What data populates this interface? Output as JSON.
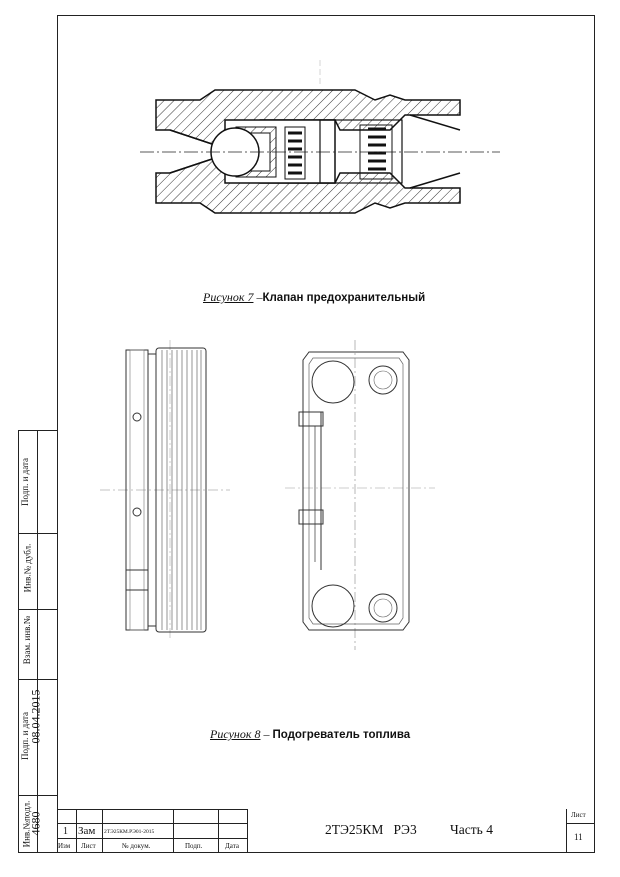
{
  "figure7": {
    "number": "Рисунок 7",
    "dash": " –",
    "title": "Клапан предохранительный"
  },
  "figure8": {
    "number": "Рисунок 8",
    "dash": " – ",
    "title": "Подогреватель топлива"
  },
  "side_stamp": {
    "podp_data_top": "Подп. и дата",
    "inv_dubl": "Инв.№ дубл.",
    "vzam_inv": "Взам. инв.№",
    "podp_data_bottom": "Подп. и дата",
    "date": "08.04.2015",
    "inv_podl": "Инв.№подл.",
    "inv_number": "4680"
  },
  "title_block": {
    "change_no": "1",
    "change_type": "Зам",
    "doc_ref": "2ТЭ25КМ.РЭ01-2015",
    "h_izm": "Изм",
    "h_list": "Лист",
    "h_doc": "№ докум.",
    "h_podp": "Подп.",
    "h_date": "Дата",
    "designation": "2ТЭ25КМ   РЭ3",
    "part": "Часть 4",
    "sheet_label": "Лист",
    "sheet_number": "11"
  }
}
